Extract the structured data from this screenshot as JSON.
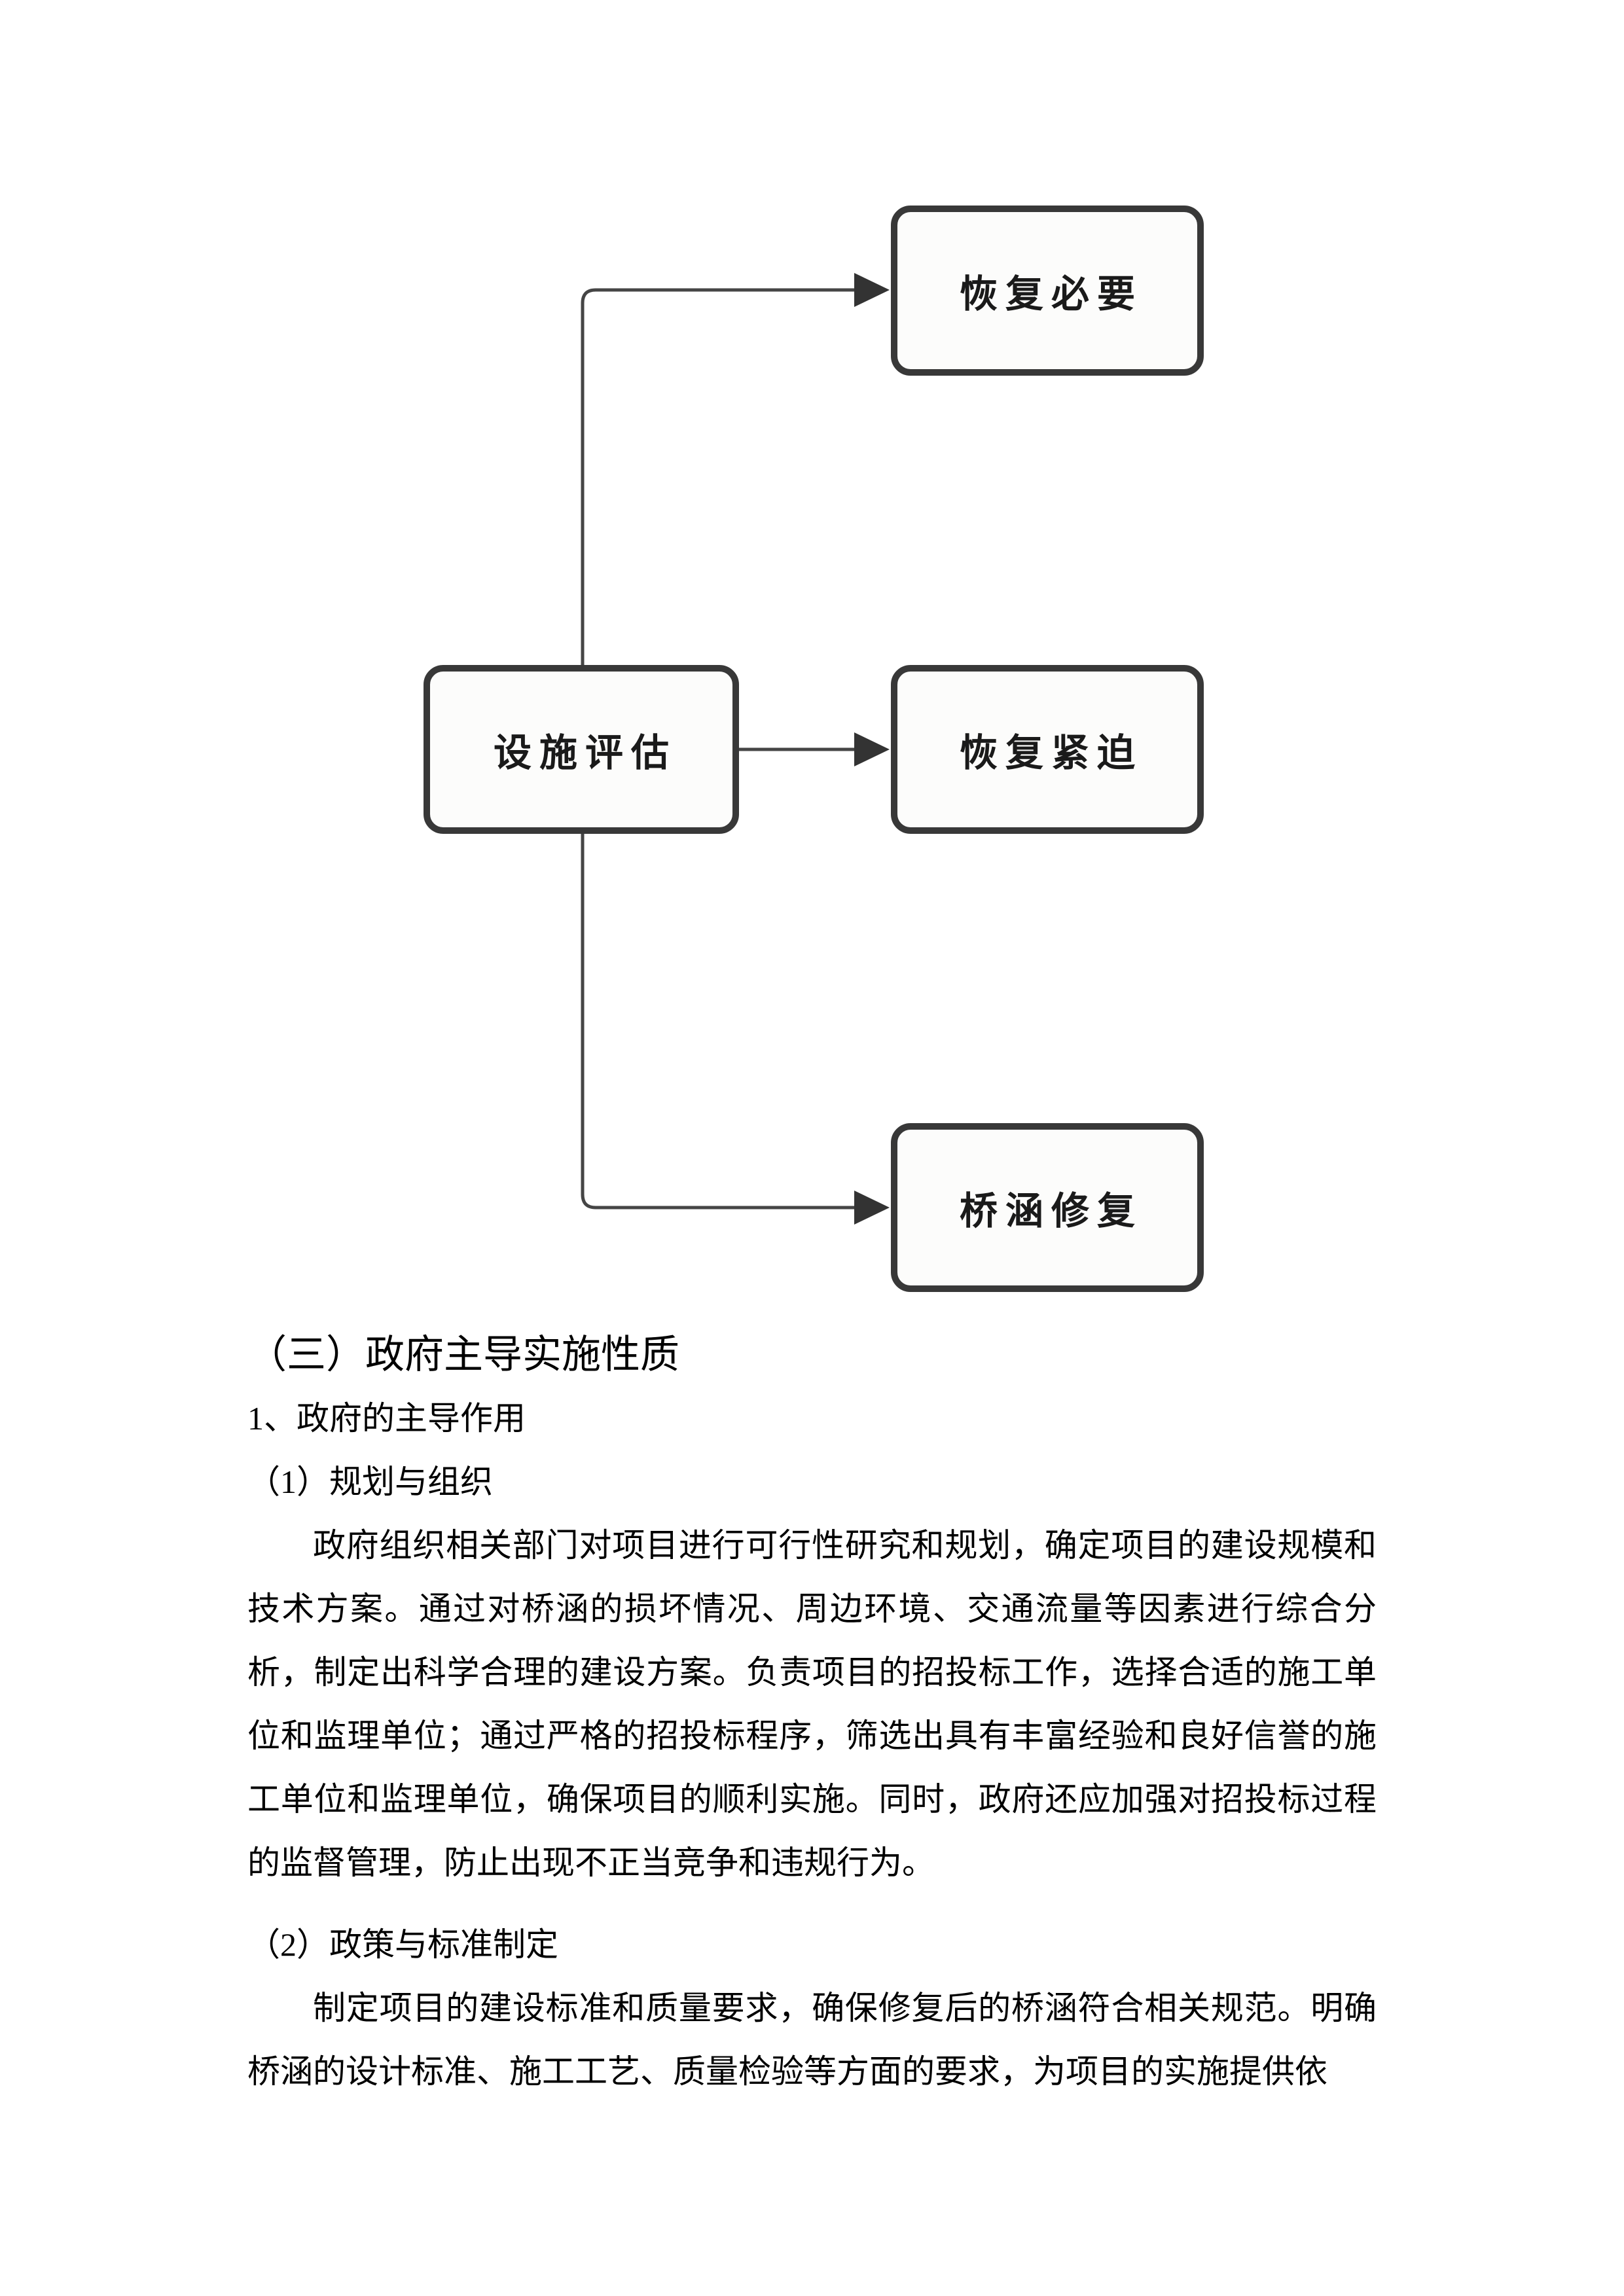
{
  "document": {
    "type": "word-document-page",
    "background_color": "#ffffff",
    "text_color": "#000000"
  },
  "diagram": {
    "stroke_color": "#454545",
    "node_border_color": "#383838",
    "node_fill_color": "#fcfcfb",
    "nodes": [
      {
        "id": "facility-assessment",
        "label": "设施评估"
      },
      {
        "id": "recovery-necessary",
        "label": "恢复必要"
      },
      {
        "id": "recovery-urgent",
        "label": "恢复紧迫"
      },
      {
        "id": "bridge-culvert-repair",
        "label": "桥涵修复"
      }
    ],
    "edges": [
      {
        "from": "设施评估",
        "to": "恢复必要"
      },
      {
        "from": "设施评估",
        "to": "恢复紧迫"
      },
      {
        "from": "设施评估",
        "to": "桥涵修复"
      }
    ]
  },
  "content": {
    "section_heading": "（三）政府主导实施性质",
    "subheading_1": "1、政府的主导作用",
    "subheading_2": "（1）规划与组织",
    "paragraph_1": "政府组织相关部门对项目进行可行性研究和规划，确定项目的建设规模和技术方案。通过对桥涵的损坏情况、周边环境、交通流量等因素进行综合分析，制定出科学合理的建设方案。负责项目的招投标工作，选择合适的施工单位和监理单位；通过严格的招投标程序，筛选出具有丰富经验和良好信誉的施工单位和监理单位，确保项目的顺利实施。同时，政府还应加强对招投标过程的监督管理，防止出现不正当竞争和违规行为。",
    "subheading_3": "（2）政策与标准制定",
    "paragraph_2": "制定项目的建设标准和质量要求，确保修复后的桥涵符合相关规范。明确桥涵的设计标准、施工工艺、质量检验等方面的要求，为项目的实施提供依"
  }
}
